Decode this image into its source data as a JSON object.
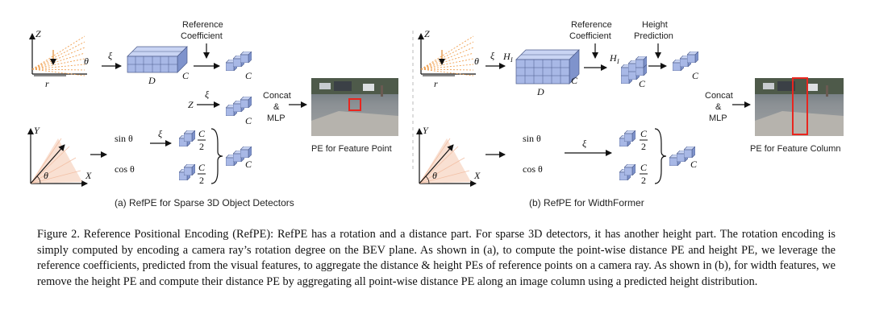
{
  "panel_a": {
    "axis_z": "Z",
    "axis_y": "Y",
    "axis_x": "X",
    "theta_vec": "θ",
    "r_vec": "r",
    "xi": "ξ",
    "D": "D",
    "C": "C",
    "ref_coef_1": "Reference",
    "ref_coef_2": "Coefficient",
    "z_in": "Z",
    "sin": "sin θ",
    "cos": "cos θ",
    "frac_num": "C",
    "frac_den": "2",
    "theta": "θ",
    "concat": "Concat",
    "amp": "&",
    "mlp": "MLP",
    "pe_label": "PE for Feature Point",
    "subcaption": "(a) RefPE for Sparse 3D Object Detectors"
  },
  "panel_b": {
    "axis_z": "Z",
    "axis_y": "Y",
    "axis_x": "X",
    "theta_vec": "θ",
    "r_vec": "r",
    "xi": "ξ",
    "H": "H",
    "H_sub": "I",
    "D": "D",
    "C": "C",
    "ref_coef_1": "Reference",
    "ref_coef_2": "Coefficient",
    "height_1": "Height",
    "height_2": "Prediction",
    "sin": "sin θ",
    "cos": "cos θ",
    "frac_num": "C",
    "frac_den": "2",
    "theta": "θ",
    "concat": "Concat",
    "amp": "&",
    "mlp": "MLP",
    "pe_label": "PE for Feature Column",
    "subcaption": "(b) RefPE for WidthFormer"
  },
  "caption": "Figure 2. Reference Positional Encoding (RefPE): RefPE has a rotation and a distance part. For sparse 3D detectors, it has another height part. The rotation encoding is simply computed by encoding a camera ray’s rotation degree on the BEV plane. As shown in (a), to compute the point-wise distance PE and height PE, we leverage the reference coefficients, predicted from the visual features, to aggregate the distance & height PEs of reference points on a camera ray. As shown in (b), for width features, we remove the height PE and compute their distance PE by aggregating all point-wise distance PE along an image column using a predicted height distribution.",
  "colors": {
    "cube_front": "#a8b8e6",
    "cube_top": "#c9d4f3",
    "cube_side": "#7f93cc",
    "ray_orange": "#f0a050",
    "ray_pink": "#f2c0a6",
    "highlight_red": "#e8261f"
  }
}
